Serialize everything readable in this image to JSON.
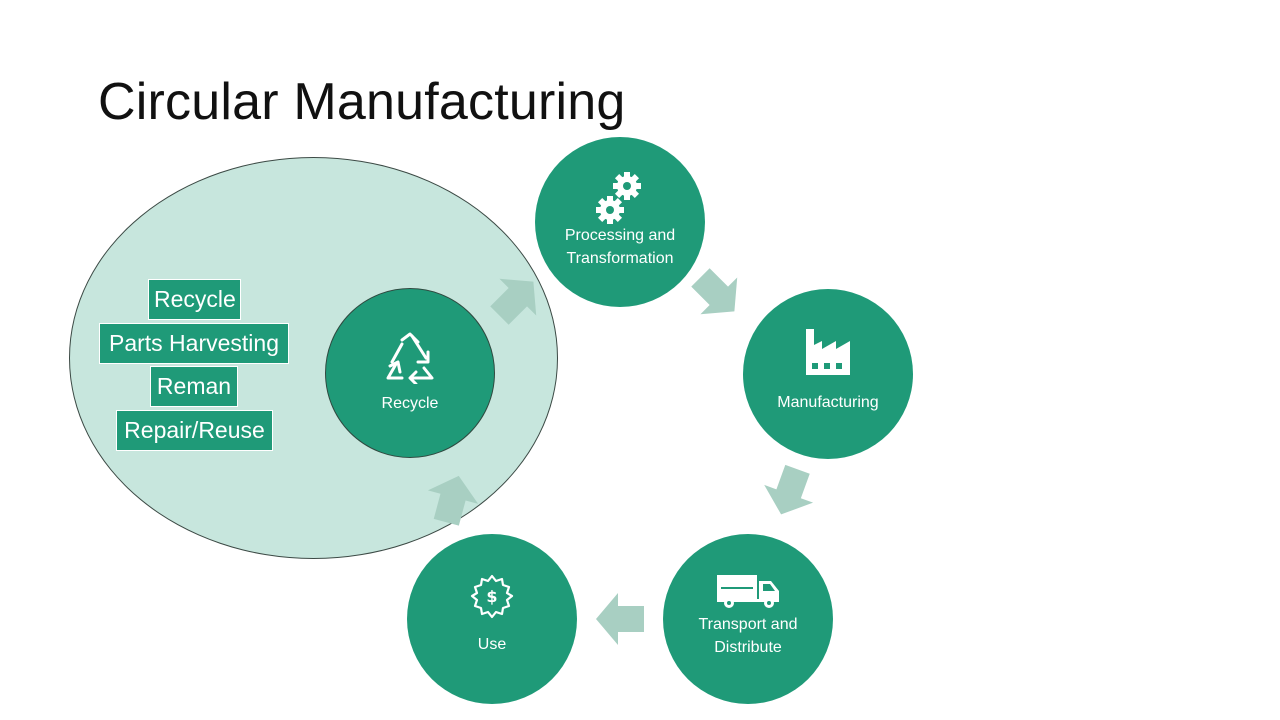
{
  "title": "Circular Manufacturing",
  "colors": {
    "node_fill": "#1f9a78",
    "ellipse_fill": "#c7e6dd",
    "arrow_fill": "#a8cfc2",
    "text_on_node": "#ffffff"
  },
  "cluster_labels": [
    "Recycle",
    "Parts Harvesting",
    "Reman",
    "Repair/Reuse"
  ],
  "nodes": {
    "recycle": {
      "label": "Recycle",
      "icon": "recycle-icon"
    },
    "processing": {
      "line1": "Processing and",
      "line2": "Transformation",
      "icon": "gears-icon"
    },
    "manufacturing": {
      "label": "Manufacturing",
      "icon": "factory-icon"
    },
    "transport": {
      "line1": "Transport and",
      "line2": "Distribute",
      "icon": "truck-icon"
    },
    "use": {
      "label": "Use",
      "icon": "dollar-gear-icon"
    }
  }
}
